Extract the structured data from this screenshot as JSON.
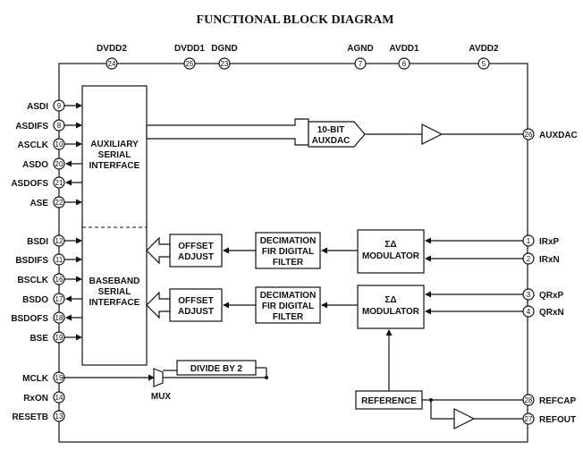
{
  "title": "FUNCTIONAL BLOCK DIAGRAM",
  "top_pins": [
    {
      "name": "DVDD2",
      "num": "24"
    },
    {
      "name": "DVDD1",
      "num": "25"
    },
    {
      "name": "DGND",
      "num": "23"
    },
    {
      "name": "AGND",
      "num": "7"
    },
    {
      "name": "AVDD1",
      "num": "6"
    },
    {
      "name": "AVDD2",
      "num": "5"
    }
  ],
  "left_pins": [
    {
      "name": "ASDI",
      "num": "9"
    },
    {
      "name": "ASDIFS",
      "num": "8"
    },
    {
      "name": "ASCLK",
      "num": "10"
    },
    {
      "name": "ASDO",
      "num": "20"
    },
    {
      "name": "ASDOFS",
      "num": "21"
    },
    {
      "name": "ASE",
      "num": "22"
    },
    {
      "name": "BSDI",
      "num": "12"
    },
    {
      "name": "BSDIFS",
      "num": "11"
    },
    {
      "name": "BSCLK",
      "num": "16"
    },
    {
      "name": "BSDO",
      "num": "17"
    },
    {
      "name": "BSDOFS",
      "num": "18"
    },
    {
      "name": "BSE",
      "num": "19"
    },
    {
      "name": "MCLK",
      "num": "15"
    },
    {
      "name": "RxON",
      "num": "14"
    },
    {
      "name": "RESETB",
      "num": "13"
    }
  ],
  "right_pins": [
    {
      "name": "AUXDAC",
      "num": "26"
    },
    {
      "name": "IRxP",
      "num": "1"
    },
    {
      "name": "IRxN",
      "num": "2"
    },
    {
      "name": "QRxP",
      "num": "3"
    },
    {
      "name": "QRxN",
      "num": "4"
    },
    {
      "name": "REFCAP",
      "num": "28"
    },
    {
      "name": "REFOUT",
      "num": "27"
    }
  ],
  "blocks": {
    "aux_serial": [
      "AUXILIARY",
      "SERIAL",
      "INTERFACE"
    ],
    "baseband_serial": [
      "BASEBAND",
      "SERIAL",
      "INTERFACE"
    ],
    "auxdac": [
      "10-BIT",
      "AUXDAC"
    ],
    "offset_i": [
      "OFFSET",
      "ADJUST"
    ],
    "offset_q": [
      "OFFSET",
      "ADJUST"
    ],
    "decim_i": [
      "DECIMATION",
      "FIR DIGITAL",
      "FILTER"
    ],
    "decim_q": [
      "DECIMATION",
      "FIR DIGITAL",
      "FILTER"
    ],
    "mod_i": [
      "ΣΔ",
      "MODULATOR"
    ],
    "mod_q": [
      "ΣΔ",
      "MODULATOR"
    ],
    "divide": "DIVIDE BY 2",
    "mux": "MUX",
    "reference": "REFERENCE"
  }
}
